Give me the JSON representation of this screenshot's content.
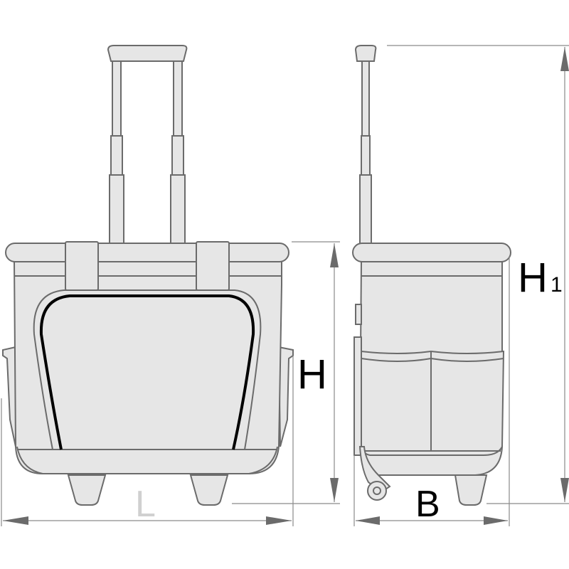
{
  "dimensions": {
    "length": {
      "letter": "L"
    },
    "height": {
      "letter": "H"
    },
    "height_total": {
      "letter": "H",
      "subscript": "1"
    },
    "depth": {
      "letter": "B"
    }
  },
  "colors": {
    "outline": "#6b6b6b",
    "fill": "#e6e6e6",
    "zipper": "#000000",
    "dimension_line": "#8a8a8a",
    "label": "#000000",
    "label_faded": "#d0d0d0"
  }
}
